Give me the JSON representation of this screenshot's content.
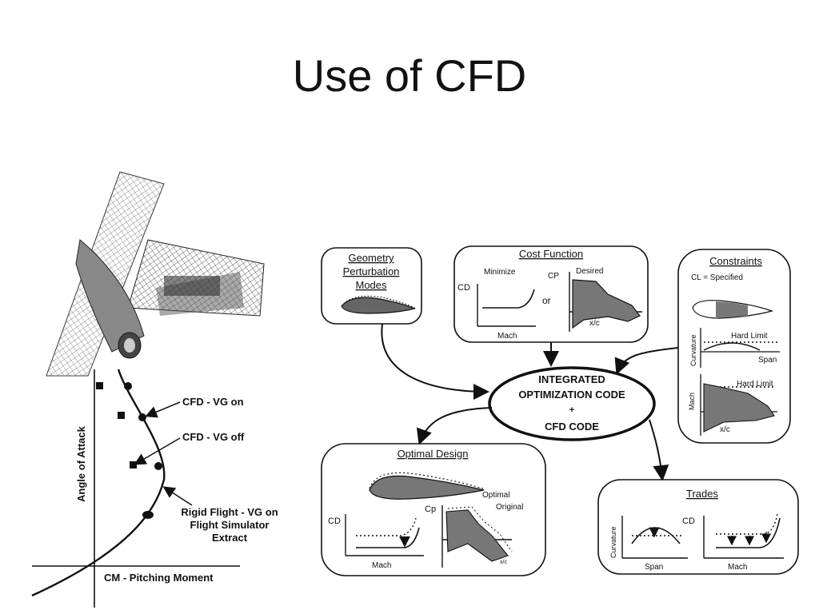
{
  "slide": {
    "title": "Use of CFD"
  },
  "left_plot": {
    "xlabel": "CM - Pitching Moment",
    "ylabel": "Angle of Attack",
    "labels": {
      "vg_on": "CFD - VG on",
      "vg_off": "CFD - VG off",
      "rigid_1": "Rigid Flight - VG on",
      "rigid_2": "Flight Simulator",
      "rigid_3": "Extract"
    }
  },
  "flowchart": {
    "geometry": {
      "line1": "Geometry",
      "line2": "Perturbation",
      "line3": "Modes"
    },
    "cost": {
      "title": "Cost Function",
      "minimize": "Minimize",
      "cd": "CD",
      "mach": "Mach",
      "or": "or",
      "cp": "CP",
      "desired": "Desired",
      "xc": "x/c"
    },
    "constraints": {
      "title": "Constraints",
      "cl": "CL = Specified",
      "curvature": "Curvature",
      "hard_limit_1": "Hard Limit",
      "span": "Span",
      "hard_limit_2": "Hard Limit",
      "mach": "Mach",
      "xc": "x/c"
    },
    "core": {
      "line1": "INTEGRATED",
      "line2": "OPTIMIZATION CODE",
      "line3": "+",
      "line4": "CFD CODE"
    },
    "optimal": {
      "title": "Optimal Design",
      "cd": "CD",
      "mach": "Mach",
      "cp": "Cp",
      "optimal": "Optimal",
      "original": "Original",
      "xc": "x/c"
    },
    "trades": {
      "title": "Trades",
      "curvature": "Curvature",
      "span": "Span",
      "cd": "CD",
      "mach": "Mach"
    }
  }
}
